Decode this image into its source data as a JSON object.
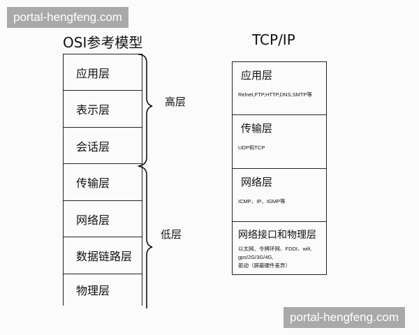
{
  "watermark": {
    "top": "portal-hengfeng.com",
    "bottom": "portal-hengfeng.com"
  },
  "osi": {
    "title": "OSI参考模型",
    "layers": [
      "应用层",
      "表示层",
      "会话层",
      "传输层",
      "网络层",
      "数据链路层",
      "物理层"
    ],
    "upper_label": "高层",
    "lower_label": "低层"
  },
  "tcpip": {
    "title": "TCP/IP",
    "layers": [
      {
        "name": "应用层",
        "protocols": [
          "Relnet,FTP,HTTP,DNS,SMTP等"
        ]
      },
      {
        "name": "传输层",
        "protocols": [
          "UDP和TCP"
        ]
      },
      {
        "name": "网络层",
        "protocols": [
          "ICMP、IP、IGMP等"
        ]
      },
      {
        "name": "网络接口和物理层",
        "protocols": [
          "以太网、令牌环网、FDDI、wifi,",
          "gps/2G/3G/4G,",
          "驱动（屏蔽硬件差异）"
        ]
      }
    ]
  }
}
